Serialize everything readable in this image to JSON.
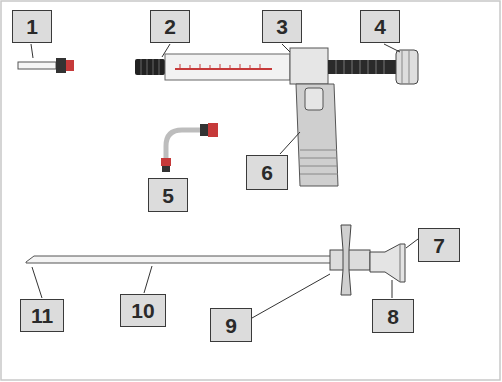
{
  "diagram": {
    "nodes": [
      {
        "text": [
          "1"
        ]
      },
      {
        "text": [
          "2"
        ]
      },
      {
        "text": [
          "3"
        ]
      },
      {
        "text": [
          "4"
        ]
      },
      {
        "text": [
          "5"
        ]
      },
      {
        "text": [
          "6"
        ]
      },
      {
        "text": [
          "7"
        ]
      },
      {
        "text": [
          "11"
        ]
      },
      {
        "text": [
          "10"
        ]
      },
      {
        "text": [
          "9"
        ]
      },
      {
        "text": [
          "8"
        ]
      }
    ]
  }
}
